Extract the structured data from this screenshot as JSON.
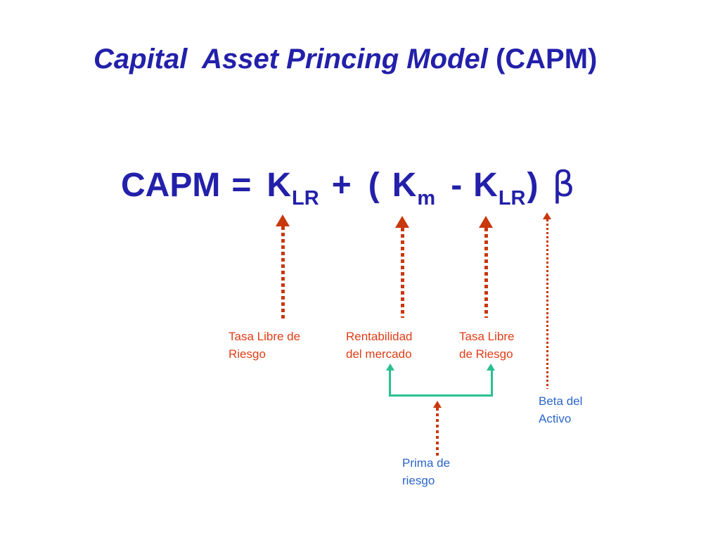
{
  "slide": {
    "title": {
      "italic": "Capital  Asset Princing Model",
      "normal": " (CAPM)"
    },
    "formula": {
      "capm": "CAPM",
      "equals": "=",
      "k1": "K",
      "k1_sub": "LR",
      "plus": "+",
      "open_paren": "(",
      "km": "K",
      "km_sub": "m",
      "minus": "-",
      "k2": "K",
      "k2_sub": "LR",
      "close_paren": ")",
      "beta": "β"
    },
    "labels": {
      "risk_free_1": "Tasa Libre de\nRiesgo",
      "market_return": "Rentabilidad\ndel mercado",
      "risk_free_2": "Tasa Libre\nde Riesgo",
      "beta_asset": "Beta del\nActivo",
      "risk_premium": "Prima de\nriesgo"
    }
  },
  "colors": {
    "title-blue": "#2320aa",
    "formula-blue": "#2320aa",
    "arrow-red": "#c8380d",
    "label-red": "#df3d16",
    "bracket-green": "#29c08f",
    "label-blue": "#2b66c9"
  }
}
